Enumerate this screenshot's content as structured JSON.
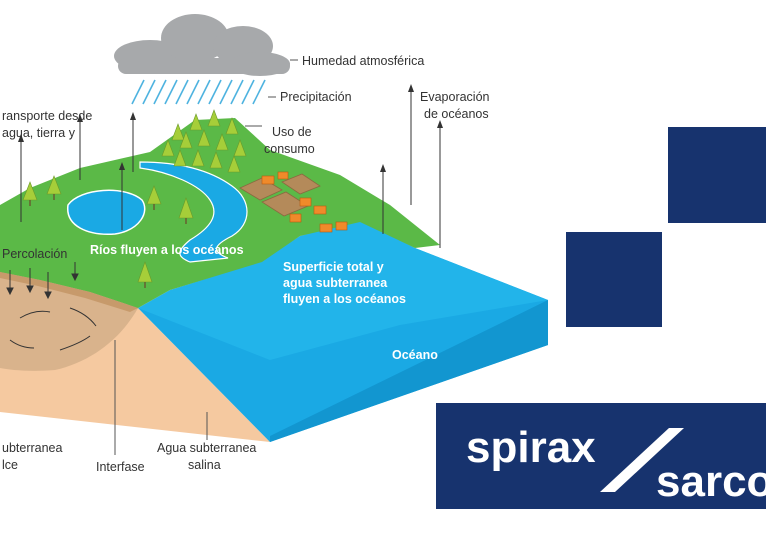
{
  "diagram": {
    "labels": {
      "humidity": "Humedad atmosférica",
      "precipitation": "Precipitación",
      "transport_line1": "ransporte desde",
      "transport_line2": "agua, tierra y",
      "consumption_line1": "Uso de",
      "consumption_line2": "consumo",
      "evaporation_line1": "Evaporación",
      "evaporation_line2": "de océanos",
      "percolation": "Percolación",
      "rivers": "Ríos fluyen a los océanos",
      "surface_line1": "Superficie total y",
      "surface_line2": "agua subterranea",
      "surface_line3": "fluyen a los océanos",
      "ocean": "Océano",
      "fresh_ground_line1": "ubterranea",
      "fresh_ground_line2": "lce",
      "interface": "Interfase",
      "saline_ground_line1": "Agua subterranea",
      "saline_ground_line2": "salina"
    },
    "colors": {
      "cloud": "#a7a9ab",
      "rain": "#4fb3e0",
      "land": "#5bb947",
      "ocean": "#1aa9e4",
      "ocean_side": "#1296d0",
      "soil": "#f5c9a0",
      "aquifer": "#d9b38c",
      "tree": "#a6ce39",
      "houses": "#f08a2a"
    }
  },
  "logo": {
    "line1": "spirax",
    "line2": "sarco",
    "color": "#17336e"
  }
}
